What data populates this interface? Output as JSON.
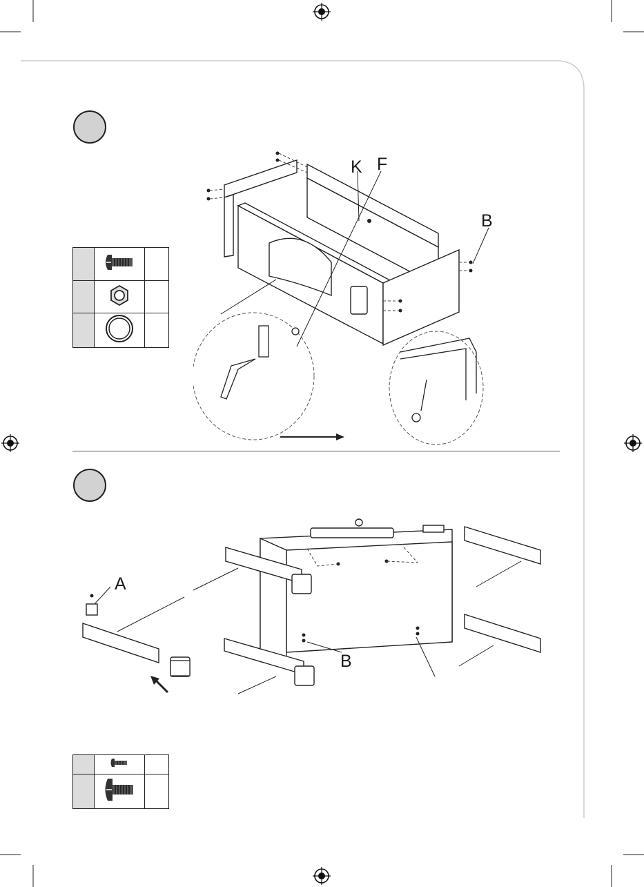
{
  "labels": {
    "step1": {
      "K": "K",
      "F": "F",
      "B": "B"
    },
    "step2": {
      "A": "A",
      "B": "B"
    }
  },
  "parts_tables": {
    "step1": [
      {
        "icon": "bolt-icon",
        "qty": ""
      },
      {
        "icon": "nut-icon",
        "qty": ""
      },
      {
        "icon": "washer-icon",
        "qty": ""
      }
    ],
    "step2": [
      {
        "icon": "small-screw-icon",
        "qty": ""
      },
      {
        "icon": "bolt-icon",
        "qty": ""
      }
    ]
  },
  "colors": {
    "line": "#222222",
    "step_circle": "#d2d2d2",
    "table_shade": "#dcdcdc",
    "page_border": "#cccccc"
  }
}
